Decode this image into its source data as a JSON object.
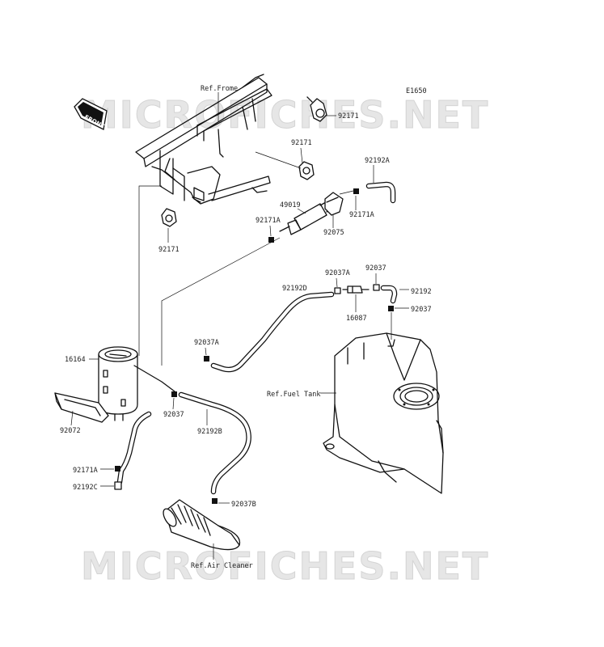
{
  "diagram": {
    "code": "E1650",
    "front_label": "FRONT",
    "watermark": "MICROFICHES.NET",
    "refs": {
      "frame": "Ref.Frome",
      "fuel_tank": "Ref.Fuel Tank",
      "air_cleaner": "Ref.Air Cleaner"
    },
    "parts": {
      "p92171_top": "92171",
      "p92171_mid": "92171",
      "p92171_left": "92171",
      "p92192A": "92192A",
      "p49019": "49019",
      "p92171A_right": "92171A",
      "p92171A_mid": "92171A",
      "p92075": "92075",
      "p92037A_right": "92037A",
      "p92037_top": "92037",
      "p92192D": "92192D",
      "p92192": "92192",
      "p16087": "16087",
      "p92037_right": "92037",
      "p92037A_left": "92037A",
      "p16164": "16164",
      "p92037_low": "92037",
      "p92192B": "92192B",
      "p92072": "92072",
      "p92171A_low": "92171A",
      "p92192C": "92192C",
      "p92037B": "92037B"
    }
  }
}
